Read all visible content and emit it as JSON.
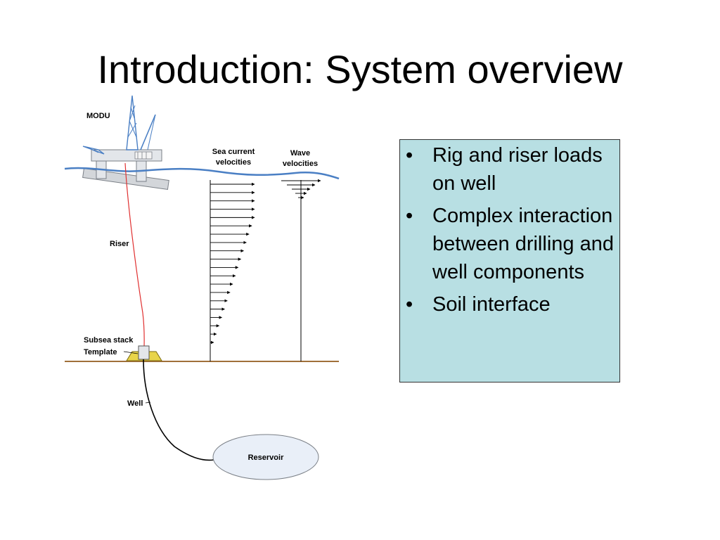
{
  "slide": {
    "title": "Introduction: System overview"
  },
  "diagram": {
    "labels": {
      "modu": "MODU",
      "riser": "Riser",
      "subsea_stack": "Subsea stack",
      "template": "Template",
      "well": "Well",
      "reservoir": "Reservoir",
      "sea_current_1": "Sea current",
      "sea_current_2": "velocities",
      "wave_1": "Wave",
      "wave_2": "velocities"
    },
    "current_arrow_count": 20,
    "wave_arrow_count": 5,
    "colors": {
      "sea_surface": "#4a7fc4",
      "seabed": "#a0703a",
      "riser": "#e03030",
      "reservoir_fill": "#e9eff8",
      "template": "#e8d44a"
    }
  },
  "bullets": [
    {
      "bullet": "•",
      "text": "Rig and riser loads on well"
    },
    {
      "bullet": "•",
      "text": "Complex interaction between drilling and well components"
    },
    {
      "bullet": "•",
      "text": "Soil interface"
    }
  ],
  "box_color": "#b8dfe3"
}
